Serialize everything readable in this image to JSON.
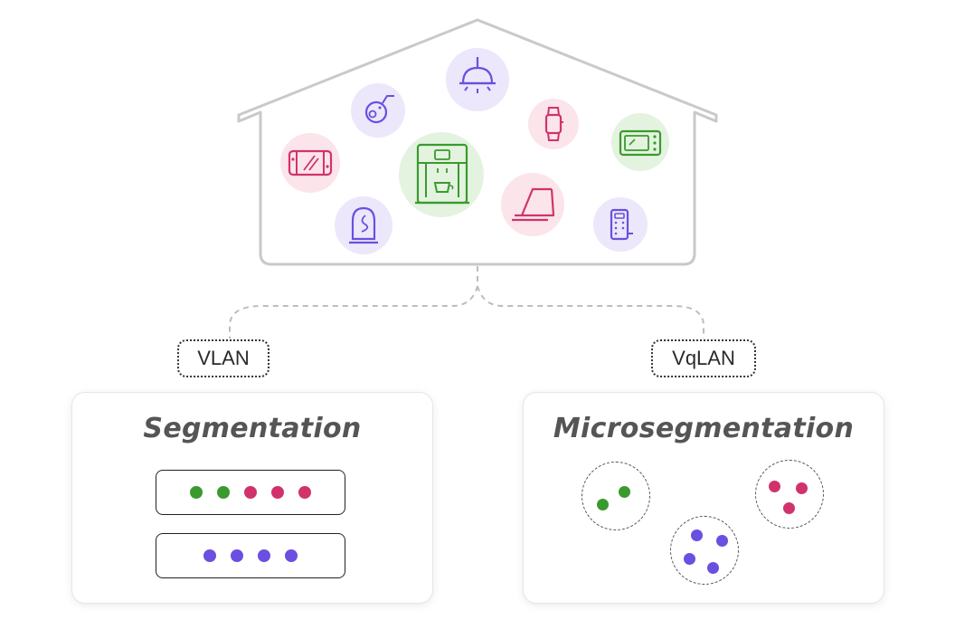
{
  "tags": {
    "left": "VLAN",
    "right": "VqLAN"
  },
  "panels": {
    "left": {
      "title": "Segmentation",
      "bars": [
        [
          "green",
          "green",
          "pink",
          "pink",
          "pink"
        ],
        [
          "purple",
          "purple",
          "purple",
          "purple"
        ]
      ]
    },
    "right": {
      "title": "Microsegmentation",
      "groups": [
        {
          "color": "green",
          "count": 2
        },
        {
          "color": "purple",
          "count": 4
        },
        {
          "color": "pink",
          "count": 3
        }
      ]
    }
  },
  "house_devices": [
    {
      "icon": "game-console-icon",
      "color": "pink"
    },
    {
      "icon": "robot-vacuum-icon",
      "color": "purple"
    },
    {
      "icon": "ceiling-lamp-icon",
      "color": "purple"
    },
    {
      "icon": "smartwatch-icon",
      "color": "pink"
    },
    {
      "icon": "microwave-icon",
      "color": "green"
    },
    {
      "icon": "coffee-machine-icon",
      "color": "green"
    },
    {
      "icon": "laptop-icon",
      "color": "pink"
    },
    {
      "icon": "smart-speaker-icon",
      "color": "purple"
    },
    {
      "icon": "door-lock-icon",
      "color": "purple"
    }
  ],
  "colors": {
    "green": "#3a9a2e",
    "pink": "#d0336c",
    "purple": "#6b4fe0",
    "green_bg": "#e3f3df",
    "pink_bg": "#fbe4ea",
    "purple_bg": "#ece7fa",
    "house_stroke": "#c9c9c9"
  }
}
